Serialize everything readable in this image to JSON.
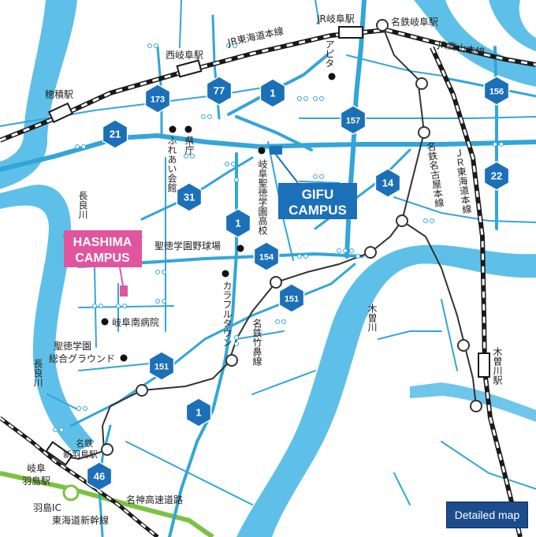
{
  "colors": {
    "river": "#5ec0e8",
    "road": "#32a6d8",
    "route_badge": "#1c70b8",
    "gifu_campus": "#1c70b8",
    "hashima_campus": "#e0559e",
    "expressway": "#7cc242",
    "railway": "#1a1a1a",
    "meitetsu": "#333333"
  },
  "stations": {
    "hozumi": "穂積駅",
    "nishigifu": "西岐阜駅",
    "jr_gifu": "JR岐阜駅",
    "meitetsu_gifu": "名鉄岐阜駅",
    "kisogawa": "木曽川駅",
    "shin_hashima": "名鉄新羽島駅",
    "gifu_hashima": "岐阜羽島駅"
  },
  "rail_lines": {
    "jr_tokaido_top": "JR東海道本線",
    "jr_takayama": "JR高山本線",
    "jr_tokaido_right": "ＪＲ東海道本線",
    "meitetsu_nagoya": "名鉄名古屋本線",
    "meitetsu_takehana": "名鉄竹鼻線",
    "shinkansen": "東海道新幹線"
  },
  "roads": {
    "meishin": "名神高速道路",
    "hashima_ic": "羽島IC"
  },
  "routes": [
    "173",
    "77",
    "1",
    "156",
    "21",
    "157",
    "14",
    "22",
    "31",
    "1",
    "154",
    "151",
    "151",
    "1",
    "46"
  ],
  "campuses": {
    "gifu": [
      "GIFU",
      "CAMPUS"
    ],
    "hashima": [
      "HASHIMA",
      "CAMPUS"
    ]
  },
  "places": {
    "apita": "アピタ",
    "kencho": "県庁",
    "fureai": "ふれあい会館",
    "seitoku_hs": "岐阜聖徳学園高校",
    "baseball": "聖徳学園野球場",
    "colorful": "カラフルタウン",
    "hospital": "岐阜南病院",
    "ground": [
      "聖徳学園",
      "総合グラウンド"
    ]
  },
  "rivers": {
    "nagara_1": "長良川",
    "nagara_2": "長良川",
    "kiso": "木曽川"
  },
  "button": {
    "detailed_map": "Detailed map"
  }
}
